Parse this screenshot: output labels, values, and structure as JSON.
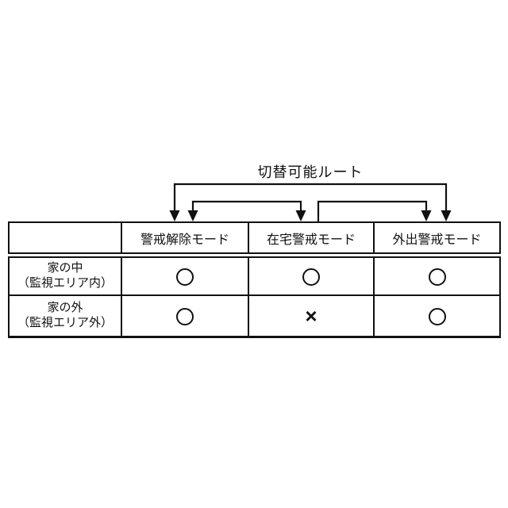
{
  "diagram": {
    "title": "切替可能ルート",
    "background_color": "#ffffff",
    "line_color": "#111111",
    "routes": [
      {
        "from": "警戒解除モード",
        "to": "外出警戒モード",
        "arrows": "both-ends"
      },
      {
        "from": "警戒解除モード",
        "to": "在宅警戒モード",
        "arrows": "both-ends"
      },
      {
        "from": "在宅警戒モード",
        "to": "外出警戒モード",
        "arrows": "to-end-only"
      }
    ]
  },
  "table": {
    "columns": [
      "",
      "警戒解除モード",
      "在宅警戒モード",
      "外出警戒モード"
    ],
    "rows": [
      {
        "label": [
          "家の中",
          "（監視エリア内）"
        ],
        "cells": [
          "○",
          "○",
          "○"
        ]
      },
      {
        "label": [
          "家の外",
          "（監視エリア外）"
        ],
        "cells": [
          "○",
          "×",
          "○"
        ]
      }
    ]
  }
}
